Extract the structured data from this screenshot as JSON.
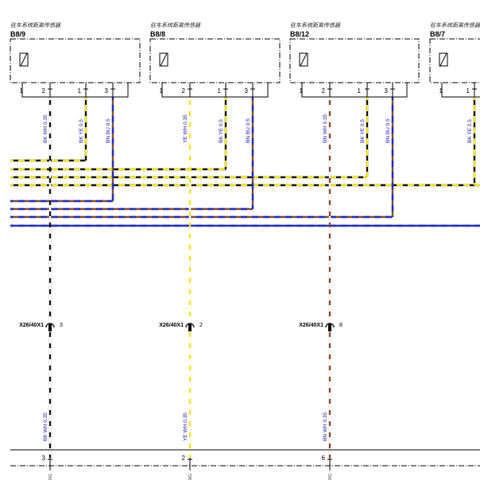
{
  "colors": {
    "BK": "#111111",
    "WH": "#ffffff",
    "YE": "#f5e419",
    "BN": "#8a4a2a",
    "BU": "#1f2fc8",
    "outline": "#000000"
  },
  "sensors": [
    {
      "id": "s1",
      "caption": "驻车系统距离传感器",
      "ref": "B8/9",
      "pins": [
        "1",
        "2",
        "1",
        "3"
      ],
      "wires": [
        {
          "label": "BK WH 0.35",
          "colors": [
            "BK",
            "WH"
          ]
        },
        {
          "label": "BK YE 0.5",
          "colors": [
            "BK",
            "YE"
          ]
        },
        {
          "label": "BN BU 0.5",
          "colors": [
            "BN",
            "BU"
          ]
        }
      ]
    },
    {
      "id": "s2",
      "caption": "驻车系统距离传感器",
      "ref": "B8/8",
      "pins": [
        "1",
        "2",
        "1",
        "3"
      ],
      "wires": [
        {
          "label": "YE WH 0.35",
          "colors": [
            "YE",
            "WH"
          ]
        },
        {
          "label": "BK YE 0.5",
          "colors": [
            "BK",
            "YE"
          ]
        },
        {
          "label": "BN BU 0.5",
          "colors": [
            "BN",
            "BU"
          ]
        }
      ]
    },
    {
      "id": "s3",
      "caption": "驻车系统距离传感器",
      "ref": "B8/12",
      "pins": [
        "1",
        "2",
        "1",
        "3"
      ],
      "wires": [
        {
          "label": "BN WH 0.35",
          "colors": [
            "BN",
            "WH"
          ]
        },
        {
          "label": "BK YE 0.5",
          "colors": [
            "BK",
            "YE"
          ]
        },
        {
          "label": "BN BU 0.5",
          "colors": [
            "BN",
            "BU"
          ]
        }
      ]
    },
    {
      "id": "s4",
      "caption": "驻车系统距离传感器",
      "ref": "B8/7",
      "pins": [
        "1",
        "1"
      ],
      "wires": [
        {
          "label": "BK YE 0.5",
          "colors": [
            "BK",
            "YE"
          ]
        }
      ]
    }
  ],
  "connectors": [
    {
      "name": "X26/40X1",
      "pin": "3"
    },
    {
      "name": "X26/40X1",
      "pin": "2"
    },
    {
      "name": "X26/40X1",
      "pin": "8"
    }
  ],
  "bottom_wires": [
    {
      "label": "BK WH 0.35",
      "colors": [
        "BK",
        "WH"
      ]
    },
    {
      "label": "YE WH 0.35",
      "colors": [
        "YE",
        "WH"
      ]
    },
    {
      "label": "BN WH 0.35",
      "colors": [
        "BN",
        "WH"
      ]
    }
  ],
  "bottom_pins": [
    "3",
    "2",
    "6"
  ],
  "bottom_marks": [
    "9/G",
    "9/G",
    "9/G"
  ]
}
